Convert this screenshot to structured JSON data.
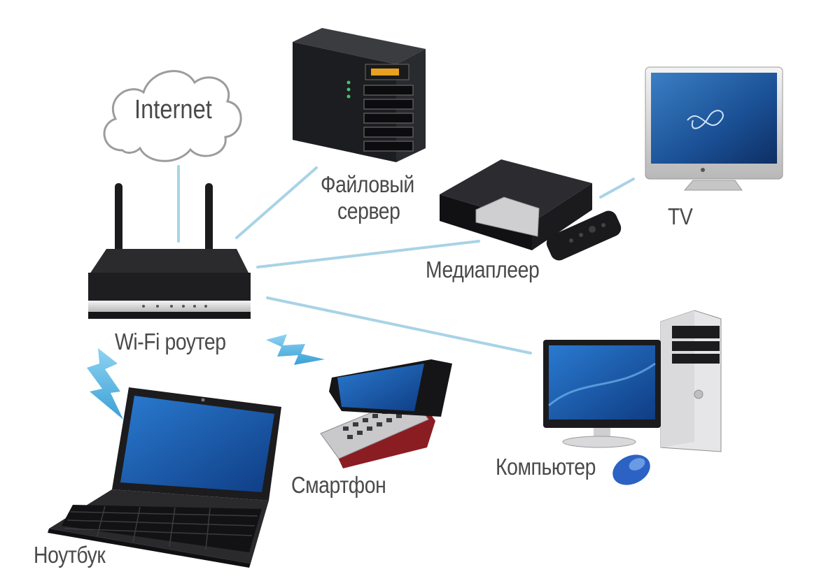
{
  "nodes": {
    "internet": {
      "label": "Internet",
      "icon": "cloud-icon"
    },
    "file_server": {
      "label_line1": "Файловый",
      "label_line2": "сервер",
      "icon": "nas-server-icon"
    },
    "tv": {
      "label": "TV",
      "icon": "tv-icon"
    },
    "media_player": {
      "label": "Медиаплеер",
      "icon": "media-player-icon"
    },
    "router": {
      "label": "Wi-Fi роутер",
      "icon": "router-icon"
    },
    "computer": {
      "label": "Компьютер",
      "icon": "desktop-computer-icon"
    },
    "smartphone": {
      "label": "Смартфон",
      "icon": "smartphone-icon"
    },
    "laptop": {
      "label": "Ноутбук",
      "icon": "laptop-icon"
    }
  },
  "colors": {
    "link": "#a9d3e6",
    "wireless": "#5bb5de",
    "screen": "#1f5fb3",
    "device_dark": "#1e1e20",
    "label": "#4a4a4a"
  }
}
